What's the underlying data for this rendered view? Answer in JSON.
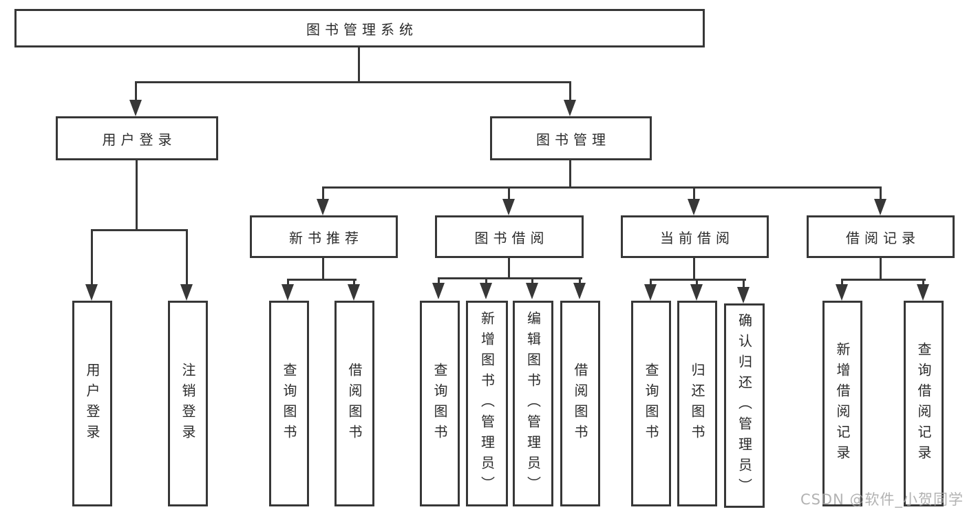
{
  "diagram": {
    "root": {
      "label": "图书管理系统"
    },
    "level2": [
      {
        "label": "用户登录",
        "children": [
          {
            "label": "用户登录"
          },
          {
            "label": "注销登录"
          }
        ]
      },
      {
        "label": "图书管理",
        "children": [
          {
            "label": "新书推荐",
            "children": [
              {
                "label": "查询图书"
              },
              {
                "label": "借阅图书"
              }
            ]
          },
          {
            "label": "图书借阅",
            "children": [
              {
                "label": "查询图书"
              },
              {
                "label": "新增图书（管理员）"
              },
              {
                "label": "编辑图书（管理员）"
              },
              {
                "label": "借阅图书"
              }
            ]
          },
          {
            "label": "当前借阅",
            "children": [
              {
                "label": "查询图书"
              },
              {
                "label": "归还图书"
              },
              {
                "label": "确认归还（管理员）"
              }
            ]
          },
          {
            "label": "借阅记录",
            "children": [
              {
                "label": "新增借阅记录"
              },
              {
                "label": "查询借阅记录"
              }
            ]
          }
        ]
      }
    ]
  },
  "watermark": {
    "text": "CSDN @软件_小贺同学"
  },
  "colors": {
    "line": "#373737",
    "text": "#2b2b2b",
    "background": "#ffffff",
    "watermark": "#a5a5a5"
  }
}
